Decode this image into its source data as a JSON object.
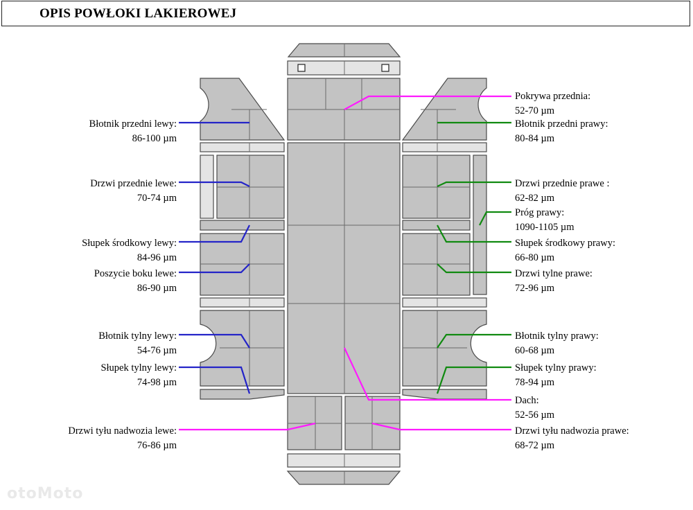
{
  "title": "OPIS POWŁOKI LAKIEROWEJ",
  "watermark": "otoMoto",
  "colors": {
    "left_lines": "#2424c8",
    "right_lines": "#108a10",
    "center_lines": "#ff1aff",
    "panel_fill": "#c3c3c3",
    "panel_stroke": "#4a4a4a"
  },
  "labels": {
    "left": [
      {
        "name": "Błotnik przedni lewy:",
        "value": "86-100 µm"
      },
      {
        "name": "Drzwi przednie lewe:",
        "value": "70-74 µm"
      },
      {
        "name": "Słupek środkowy lewy:",
        "value": "84-96 µm"
      },
      {
        "name": "Poszycie boku lewe:",
        "value": "86-90 µm"
      },
      {
        "name": "Błotnik tylny lewy:",
        "value": "54-76 µm"
      },
      {
        "name": "Słupek tylny lewy:",
        "value": "74-98 µm"
      },
      {
        "name": "Drzwi tyłu nadwozia lewe:",
        "value": "76-86 µm"
      }
    ],
    "right": [
      {
        "name": "Pokrywa przednia:",
        "value": "52-70 µm"
      },
      {
        "name": "Błotnik przedni prawy:",
        "value": "80-84 µm"
      },
      {
        "name": "Drzwi przednie prawe :",
        "value": "62-82 µm"
      },
      {
        "name": "Próg prawy:",
        "value": "1090-1105 µm"
      },
      {
        "name": "Słupek środkowy prawy:",
        "value": "66-80 µm"
      },
      {
        "name": "Drzwi tylne prawe:",
        "value": "72-96 µm"
      },
      {
        "name": "Błotnik tylny prawy:",
        "value": "60-68 µm"
      },
      {
        "name": "Słupek tylny prawy:",
        "value": "78-94 µm"
      },
      {
        "name": "Dach:",
        "value": "52-56 µm"
      },
      {
        "name": "Drzwi tyłu nadwozia prawe:",
        "value": "68-72 µm"
      }
    ]
  }
}
